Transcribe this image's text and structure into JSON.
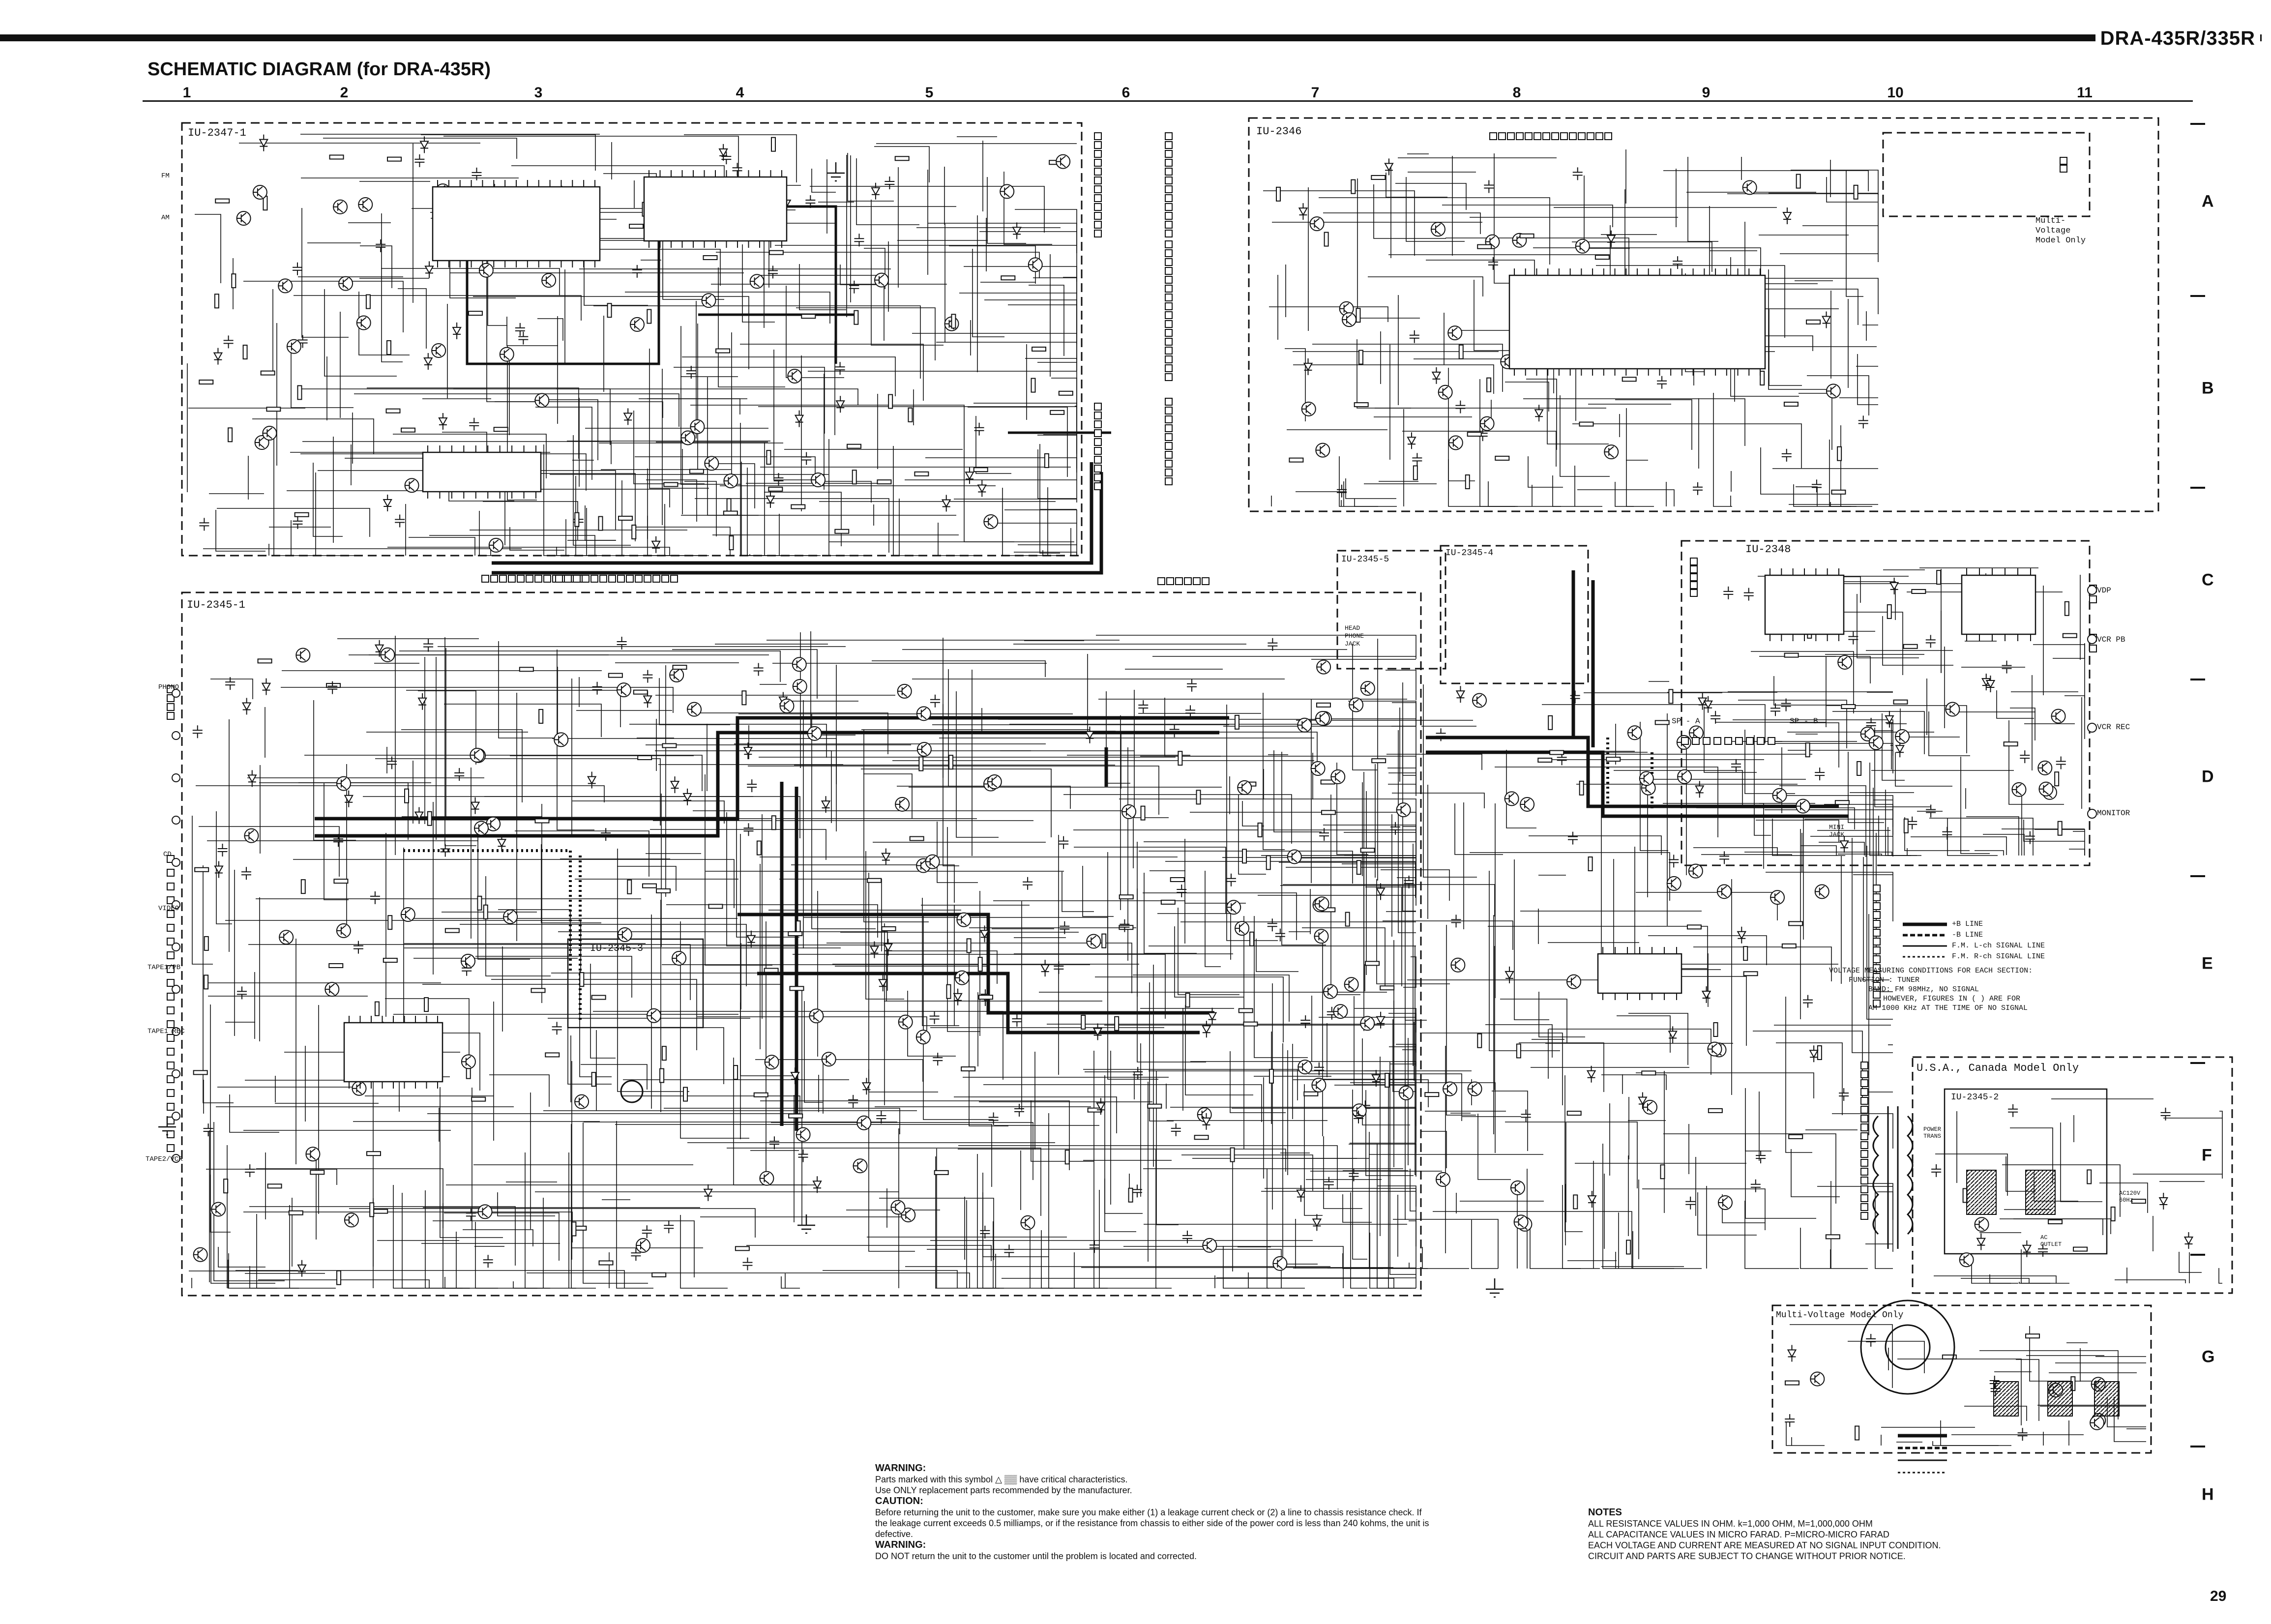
{
  "header": {
    "model": "DRA-435R/335R",
    "title": "SCHEMATIC DIAGRAM (for DRA-435R)"
  },
  "grid": {
    "columns": [
      "1",
      "2",
      "3",
      "4",
      "5",
      "6",
      "7",
      "8",
      "9",
      "10",
      "11"
    ],
    "rows": [
      "A",
      "B",
      "C",
      "D",
      "E",
      "F",
      "G",
      "H"
    ]
  },
  "modules": {
    "m1": "IU-2347-1",
    "m2": "IU-2346",
    "m3": "IU-2345-1",
    "m4": "IU-2345-5",
    "m5": "IU-2345-4",
    "m6": "IU-2348",
    "m7": "IU-2345-3",
    "m8": "IU-2345-2",
    "multi_a": "Multi-Voltage Model Only",
    "multi_b": "Multi-Voltage Model Only",
    "usa": "U.S.A., Canada Model Only"
  },
  "connectors": {
    "left_inputs": [
      "PHONO",
      "CD",
      "VIDEO",
      "TAPE1/PB",
      "TAPE1 REC",
      "TAPE2/VCR"
    ],
    "right_outputs": [
      "VDP",
      "VCR PB",
      "VCR REC",
      "MONITOR"
    ],
    "fm": "FM",
    "am": "AM",
    "sp_a": "SP - A",
    "sp_b": "SP - B",
    "headphone": "HEAD PHONE JACK",
    "minijack": "MINI JACK",
    "ac_outlet": "AC OUTLET",
    "power_trans": "POWER TRANS",
    "ac_inlet": "AC120V 60Hz"
  },
  "legend": {
    "items": [
      "+B LINE",
      "-B LINE",
      "F.M. L-ch SIGNAL LINE",
      "F.M. R-ch SIGNAL LINE"
    ],
    "vmc_title": "VOLTAGE MEASURING CONDITIONS FOR EACH SECTION:",
    "vmc_lines": [
      "FUNCTION : TUNER",
      "BAND: FM 98MHz, NO SIGNAL",
      "HOWEVER, FIGURES IN ( ) ARE FOR",
      "AM 1000 KHz AT THE TIME OF NO SIGNAL"
    ]
  },
  "warnings": {
    "w1_h": "WARNING:",
    "w1_a": "Parts marked with this symbol △ ▒▒ have critical characteristics.",
    "w1_b": "Use ONLY replacement parts recommended by the manufacturer.",
    "caution_h": "CAUTION:",
    "caution_1": "Before returning the unit to the customer, make sure you make either (1) a leakage current check or (2) a line to chassis resistance check. If",
    "caution_2": "the leakage current exceeds 0.5 milliamps, or if the resistance from chassis to either side of the power cord is less than 240 kohms, the unit is",
    "caution_3": "defective.",
    "w2_h": "WARNING:",
    "w2_a": "DO NOT return the unit to the customer until the problem is located and corrected."
  },
  "notes": {
    "heading": "NOTES",
    "lines": [
      "ALL RESISTANCE VALUES IN OHM. k=1,000 OHM, M=1,000,000 OHM",
      "ALL CAPACITANCE VALUES IN MICRO FARAD. P=MICRO-MICRO FARAD",
      "EACH VOLTAGE AND CURRENT ARE MEASURED AT NO SIGNAL INPUT CONDITION.",
      "CIRCUIT AND PARTS ARE SUBJECT TO CHANGE WITHOUT PRIOR NOTICE."
    ]
  },
  "page_number": "29"
}
